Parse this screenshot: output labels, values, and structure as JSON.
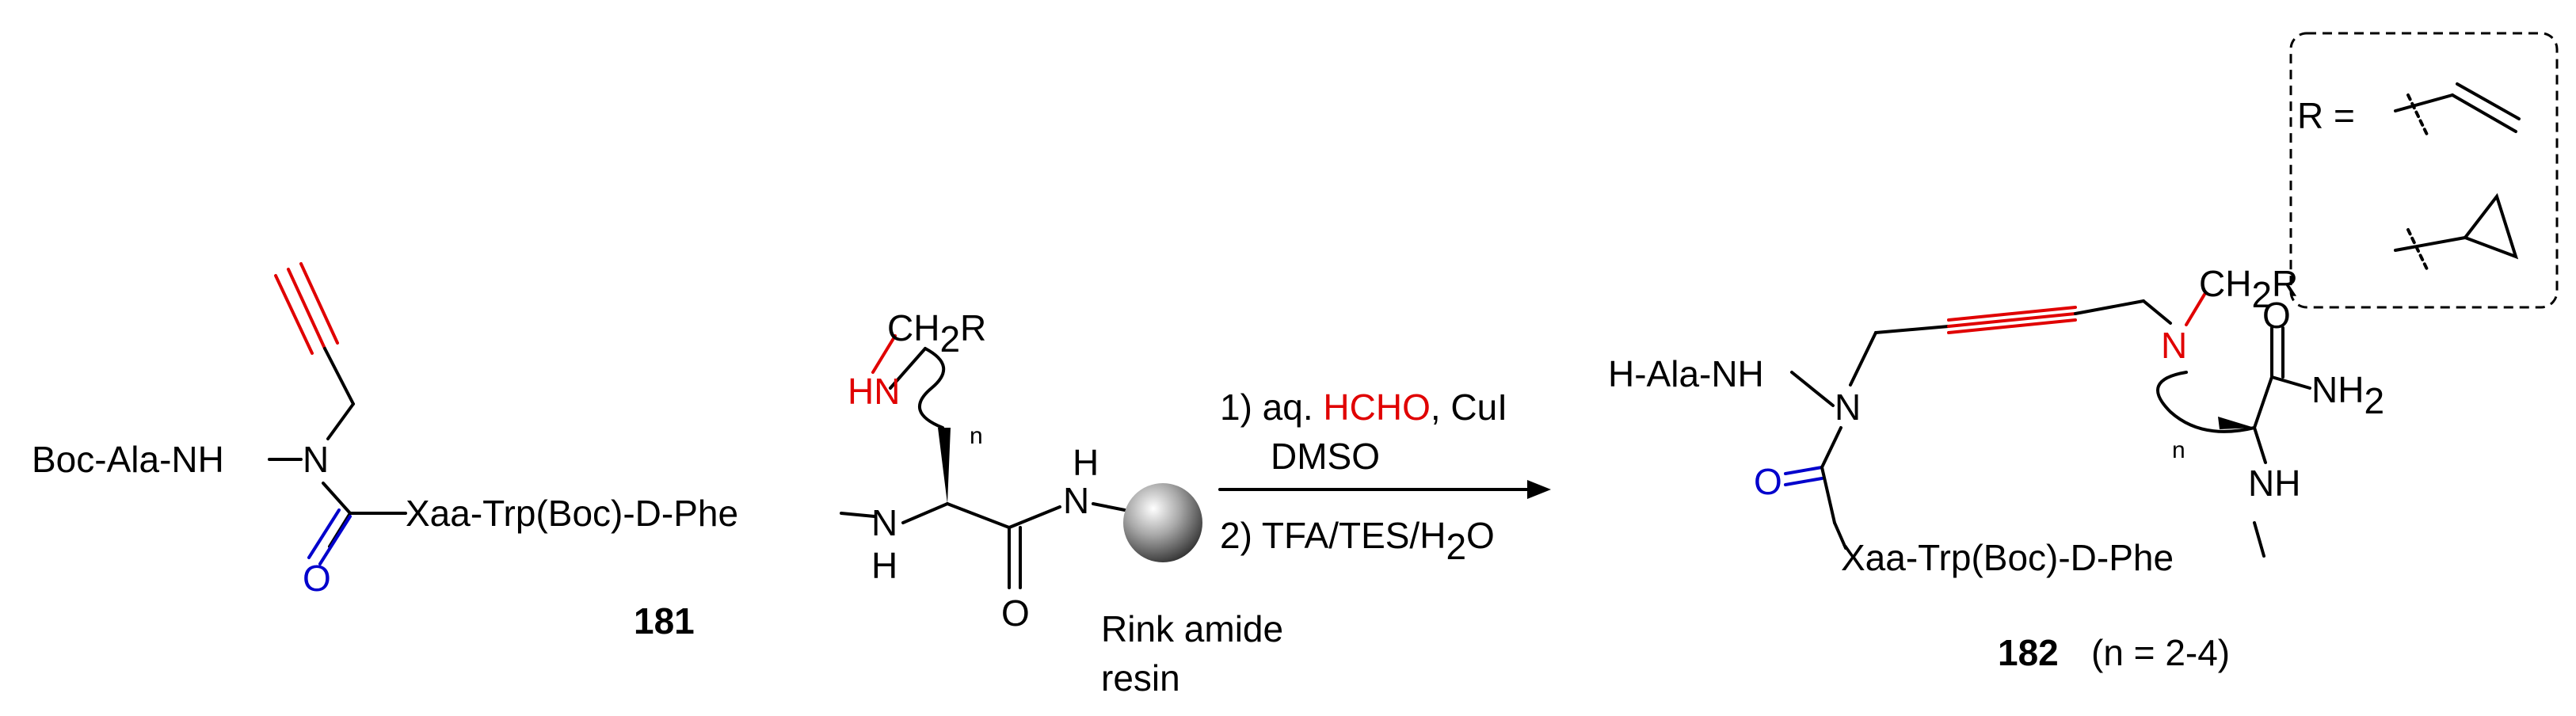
{
  "colors": {
    "heteroatom_red": "#e00000",
    "carbonyl_blue": "#0000cc",
    "text": "#000000",
    "background": "#ffffff"
  },
  "reactant": {
    "compound_number": "181",
    "n_terminus": "Boc-Ala-NH",
    "nitrogen": "N",
    "carbonyl_oxygen": "O",
    "peptide_chain": "Xaa-Trp(Boc)-D-Phe",
    "ch2r": "CH",
    "ch2r_sub": "2",
    "ch2r_r": "R",
    "hn": "HN",
    "n_index": "n",
    "amide_n": "N",
    "amide_h": "H",
    "amide_o": "O",
    "resin_n": "N",
    "resin_h": "H",
    "resin_label_1": "Rink amide",
    "resin_label_2": "resin",
    "resin_icon": "resin-bead-icon"
  },
  "conditions": {
    "step1_prefix": "1) aq. ",
    "step1_reagent": "HCHO",
    "step1_suffix": ", CuI",
    "step1_solvent": "DMSO",
    "step2_prefix": "2) TFA/TES/H",
    "step2_sub": "2",
    "step2_suffix": "O",
    "arrow_icon": "reaction-arrow-icon"
  },
  "product": {
    "compound_number": "182",
    "n_range": "(n = 2-4)",
    "n_terminus": "H-Ala-NH",
    "nitrogen": "N",
    "carbonyl_oxygen": "O",
    "peptide_chain": "Xaa-Trp(Boc)-D-Phe",
    "amine_n": "N",
    "ch2r": "CH",
    "ch2r_sub": "2",
    "ch2r_r": "R",
    "amide_o": "O",
    "amide_nh": "NH",
    "amide_nh_sub": "2",
    "backbone_nh": "NH",
    "n_index": "n"
  },
  "r_groups": {
    "label": "R =",
    "items": [
      "vinyl-group-icon",
      "cyclopropyl-group-icon"
    ]
  }
}
